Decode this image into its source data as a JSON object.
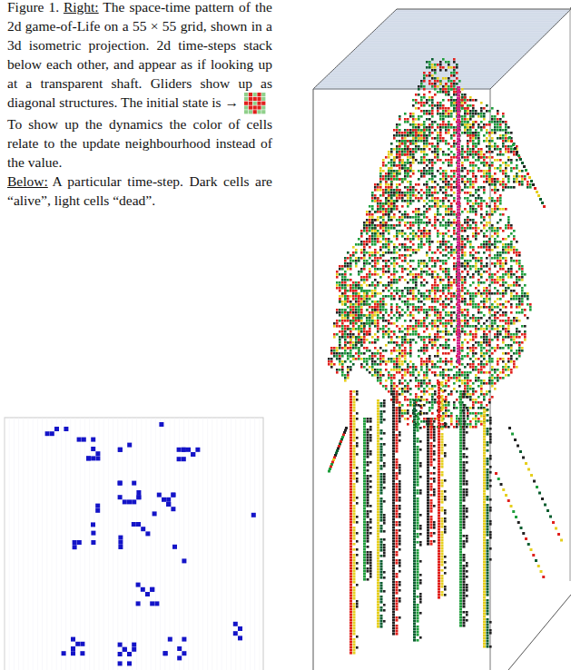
{
  "diagram": {
    "labels": [
      "Figure 1.",
      "Right:",
      "The space-time pattern of the 2d game-of-Life on a 55 × 55 grid, shown in a 3d isometric projection. 2d time-steps stack below each other, and appear as if looking up at a transparent shaft. Gliders show up as diagonal structures. The initial state is →",
      "To show up the dynamics the color of cells relate to the update neighbourhood instead of the value.",
      "Below:",
      "A particular time-step. Dark cells are “alive”, light cells “dead”."
    ]
  }
}
